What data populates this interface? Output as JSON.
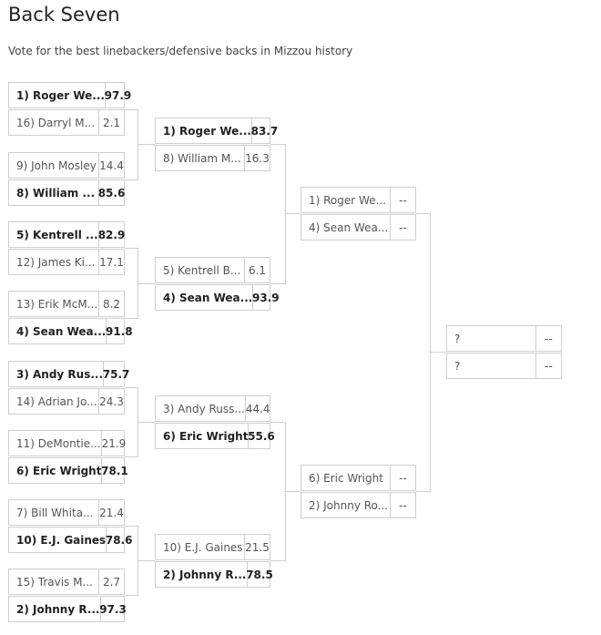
{
  "header": {
    "title": "Back Seven",
    "subtitle": "Vote for the best linebackers/defensive backs in Mizzou history"
  },
  "round1": [
    {
      "top": {
        "name": "1) Roger We...",
        "score": "97.9",
        "winner": true
      },
      "bottom": {
        "name": "16) Darryl M...",
        "score": "2.1",
        "winner": false
      }
    },
    {
      "top": {
        "name": "9) John Mosley",
        "score": "14.4",
        "winner": false
      },
      "bottom": {
        "name": "8) William ...",
        "score": "85.6",
        "winner": true
      }
    },
    {
      "top": {
        "name": "5) Kentrell ...",
        "score": "82.9",
        "winner": true
      },
      "bottom": {
        "name": "12) James Ki...",
        "score": "17.1",
        "winner": false
      }
    },
    {
      "top": {
        "name": "13) Erik McM...",
        "score": "8.2",
        "winner": false
      },
      "bottom": {
        "name": "4) Sean Wea...",
        "score": "91.8",
        "winner": true
      }
    },
    {
      "top": {
        "name": "3) Andy Rus...",
        "score": "75.7",
        "winner": true
      },
      "bottom": {
        "name": "14) Adrian Jo...",
        "score": "24.3",
        "winner": false
      }
    },
    {
      "top": {
        "name": "11) DeMontie...",
        "score": "21.9",
        "winner": false
      },
      "bottom": {
        "name": "6) Eric Wright",
        "score": "78.1",
        "winner": true
      }
    },
    {
      "top": {
        "name": "7) Bill Whita...",
        "score": "21.4",
        "winner": false
      },
      "bottom": {
        "name": "10) E.J. Gaines",
        "score": "78.6",
        "winner": true
      }
    },
    {
      "top": {
        "name": "15) Travis M...",
        "score": "2.7",
        "winner": false
      },
      "bottom": {
        "name": "2) Johnny R...",
        "score": "97.3",
        "winner": true
      }
    }
  ],
  "round2": [
    {
      "top": {
        "name": "1) Roger We...",
        "score": "83.7",
        "winner": true
      },
      "bottom": {
        "name": "8) William M...",
        "score": "16.3",
        "winner": false
      }
    },
    {
      "top": {
        "name": "5) Kentrell B...",
        "score": "6.1",
        "winner": false
      },
      "bottom": {
        "name": "4) Sean Wea...",
        "score": "93.9",
        "winner": true
      }
    },
    {
      "top": {
        "name": "3) Andy Russ...",
        "score": "44.4",
        "winner": false
      },
      "bottom": {
        "name": "6) Eric Wright",
        "score": "55.6",
        "winner": true
      }
    },
    {
      "top": {
        "name": "10) E.J. Gaines",
        "score": "21.5",
        "winner": false
      },
      "bottom": {
        "name": "2) Johnny R...",
        "score": "78.5",
        "winner": true
      }
    }
  ],
  "round3": [
    {
      "top": {
        "name": "1) Roger We...",
        "score": "--",
        "winner": false
      },
      "bottom": {
        "name": "4) Sean Wea...",
        "score": "--",
        "winner": false
      }
    },
    {
      "top": {
        "name": "6) Eric Wright",
        "score": "--",
        "winner": false
      },
      "bottom": {
        "name": "2) Johnny Ro...",
        "score": "--",
        "winner": false
      }
    }
  ],
  "round4": [
    {
      "top": {
        "name": "?",
        "score": "--",
        "winner": false
      },
      "bottom": {
        "name": "?",
        "score": "--",
        "winner": false
      }
    }
  ]
}
